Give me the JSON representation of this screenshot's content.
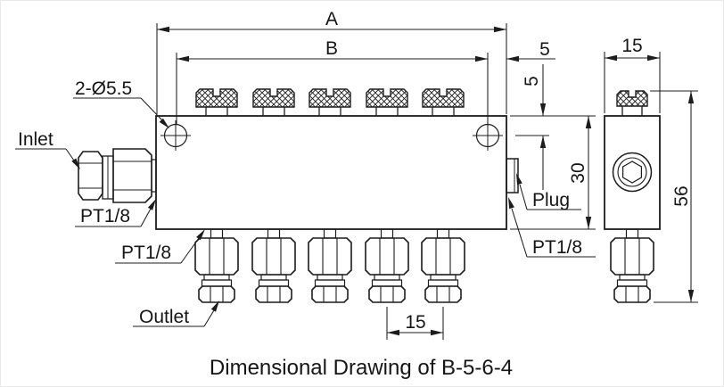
{
  "drawing": {
    "caption": "Dimensional Drawing of B-5-6-4",
    "dimensions": {
      "overall_width": "A",
      "hole_span": "B",
      "hole_edge_offset": "5",
      "hole_top_offset": "5",
      "body_height": "30",
      "side_width": "15",
      "overall_height": "56",
      "outlet_pitch": "15"
    },
    "callouts": {
      "mount_holes": "2-Ø5.5",
      "inlet": "Inlet",
      "inlet_thread": "PT1/8",
      "outlet_thread": "PT1/8",
      "outlet": "Outlet",
      "plug": "Plug",
      "plug_port_thread": "PT1/8"
    },
    "colors": {
      "background": "#ffffff",
      "line": "#1c1c1c"
    }
  }
}
